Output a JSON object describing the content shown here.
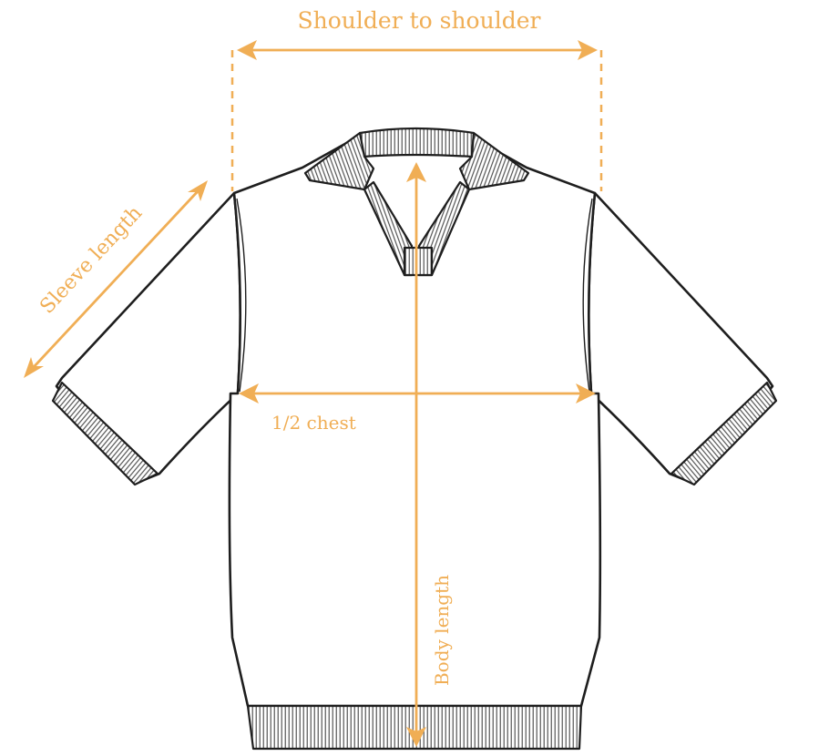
{
  "labels": {
    "shoulder": "Shoulder to shoulder",
    "sleeve": "Sleeve length",
    "chest": "1/2 chest",
    "body": "Body length"
  },
  "colors": {
    "measure": "#F0AE55",
    "outline": "#1e1e1e",
    "background": "#ffffff"
  }
}
